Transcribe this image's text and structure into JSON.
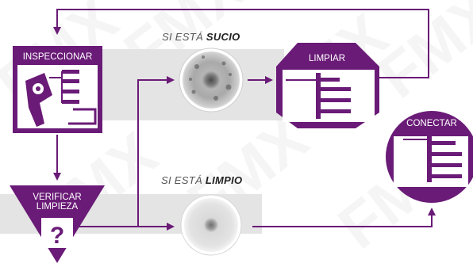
{
  "watermark": "FMX",
  "colors": {
    "purple": "#6a1b77",
    "line": "#6a1b77",
    "band": "#e4e4e4"
  },
  "nodes": {
    "inspect": {
      "label": "INSPECCIONAR"
    },
    "verify": {
      "label_line1": "VERIFICAR",
      "label_line2": "LIMPIEZA",
      "symbol": "?"
    },
    "clean": {
      "label": "LIMPIAR"
    },
    "connect": {
      "label": "CONECTAR"
    }
  },
  "branches": {
    "dirty": {
      "prefix": "SI ESTÁ",
      "emphasis": "SUCIO"
    },
    "clean": {
      "prefix": "SI ESTÁ",
      "emphasis": "LIMPIO"
    }
  }
}
